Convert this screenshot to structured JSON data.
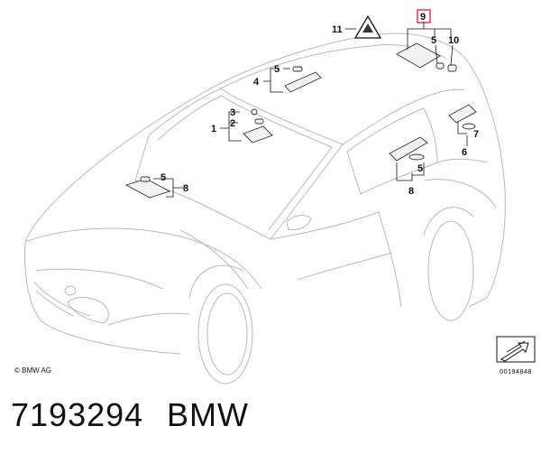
{
  "callouts": {
    "c11": "11",
    "c9": "9",
    "c5_top": "5",
    "c10": "10",
    "c5_left": "5",
    "c4": "4",
    "c3": "3",
    "c1": "1",
    "c2": "2",
    "c5_mid": "5",
    "c8_left": "8",
    "c7": "7",
    "c6": "6",
    "c5_door": "5",
    "c8_door": "8"
  },
  "footer": {
    "copyright": "© BMW AG",
    "diagram_ref": "00194848",
    "part_number": "7193294",
    "brand": "BMW"
  },
  "colors": {
    "highlight": "#e0002a",
    "line": "#b8b8b8",
    "ink": "#111111"
  },
  "icons": {
    "warning_triangle": "warning-triangle-icon",
    "nav_arrow": "corner-arrow-icon"
  }
}
